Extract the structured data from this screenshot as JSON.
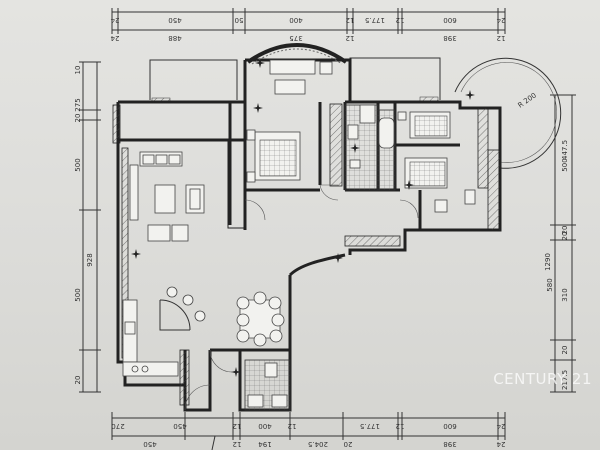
{
  "plan": {
    "top_dims": [
      "24",
      "450",
      "50",
      "400",
      "12",
      "177.5",
      "12",
      "600",
      "24"
    ],
    "top_sub_dims": [
      "24",
      "488",
      "375",
      "12",
      "398",
      "12"
    ],
    "bottom_dims": [
      "270",
      "450",
      "12",
      "400",
      "12",
      "177.5",
      "12",
      "600",
      "24"
    ],
    "bottom_sub_dims": [
      "450",
      "12",
      "194",
      "204.5",
      "20",
      "398",
      "24"
    ],
    "left_dims": [
      "10",
      "275",
      "20",
      "500",
      "928",
      "500",
      "20"
    ],
    "right_dims": [
      "447.5",
      "500",
      "20",
      "310",
      "580",
      "217.5",
      "20",
      "1290",
      "20"
    ],
    "radius_label": "R 200"
  },
  "watermark": {
    "text": "CENTURY 21"
  }
}
